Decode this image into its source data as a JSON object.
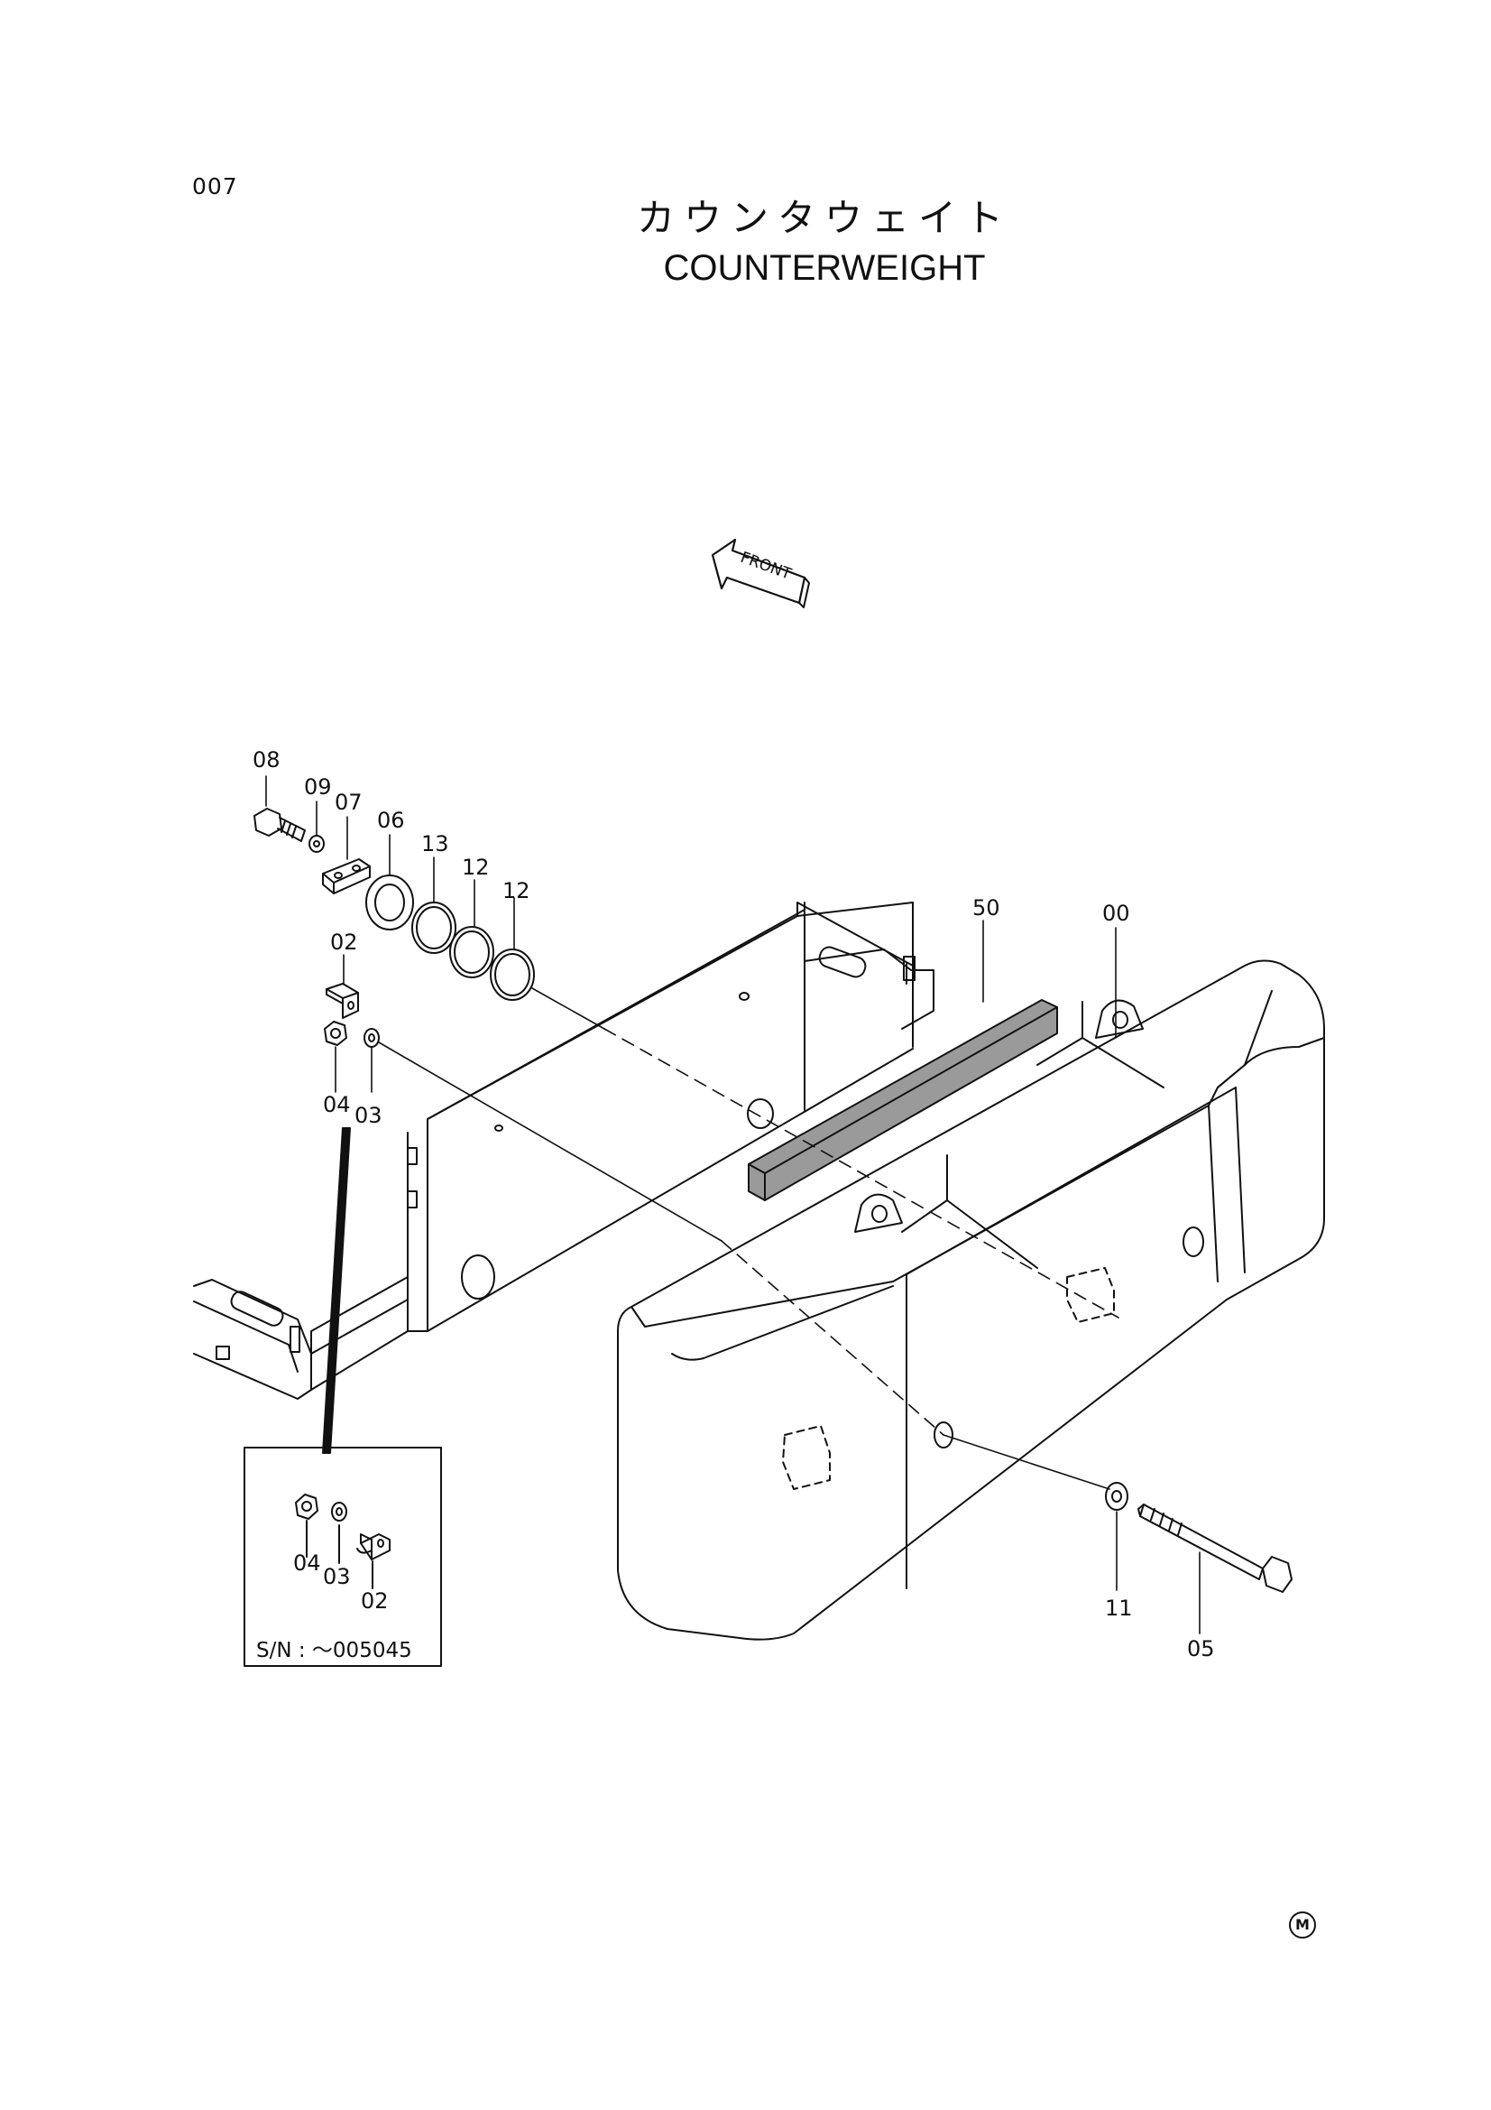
{
  "page": {
    "number": "007",
    "title_ja": "カウンタウェイト",
    "title_en": "COUNTERWEIGHT"
  },
  "front_arrow": {
    "label": "FRONT"
  },
  "callouts": [
    {
      "id": "08",
      "text": "08"
    },
    {
      "id": "09",
      "text": "09"
    },
    {
      "id": "07",
      "text": "07"
    },
    {
      "id": "06",
      "text": "06"
    },
    {
      "id": "13",
      "text": "13"
    },
    {
      "id": "12a",
      "text": "12"
    },
    {
      "id": "12b",
      "text": "12"
    },
    {
      "id": "02",
      "text": "02"
    },
    {
      "id": "04",
      "text": "04"
    },
    {
      "id": "03",
      "text": "03"
    },
    {
      "id": "50",
      "text": "50"
    },
    {
      "id": "00",
      "text": "00"
    },
    {
      "id": "11",
      "text": "11"
    },
    {
      "id": "05",
      "text": "05"
    }
  ],
  "inset": {
    "callouts": [
      {
        "id": "04",
        "text": "04"
      },
      {
        "id": "03",
        "text": "03"
      },
      {
        "id": "02",
        "text": "02"
      }
    ],
    "serial_note": "S/N :  ～005045"
  },
  "footer_mark": "M"
}
